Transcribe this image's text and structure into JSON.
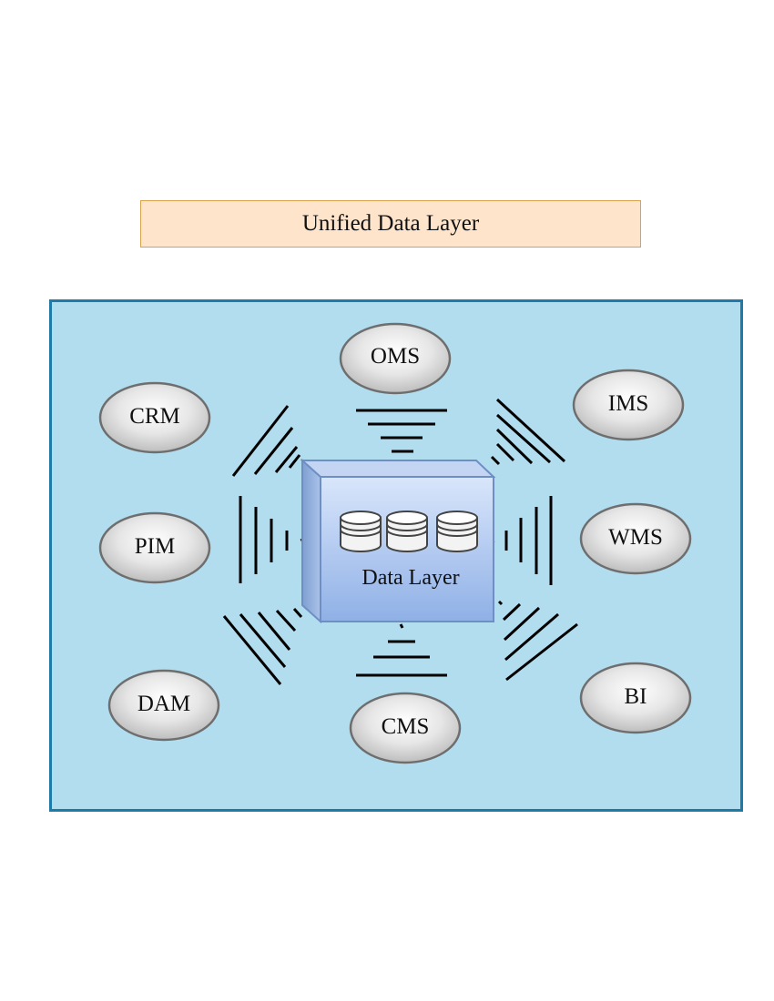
{
  "title": "Unified Data Layer",
  "core": {
    "label": "Data Layer",
    "icon": "database-icon"
  },
  "nodes": [
    {
      "id": "oms",
      "label": "OMS"
    },
    {
      "id": "ims",
      "label": "IMS"
    },
    {
      "id": "wms",
      "label": "WMS"
    },
    {
      "id": "bi",
      "label": "BI"
    },
    {
      "id": "cms",
      "label": "CMS"
    },
    {
      "id": "dam",
      "label": "DAM"
    },
    {
      "id": "pim",
      "label": "PIM"
    },
    {
      "id": "crm",
      "label": "CRM"
    }
  ],
  "colors": {
    "title_fill": "#fde4ca",
    "title_border": "#d9a24c",
    "panel_fill": "#b2ddef",
    "panel_border": "#1f7aa8",
    "node_fill": "#d8d8d8",
    "core_fill": "#a9c5ee"
  }
}
